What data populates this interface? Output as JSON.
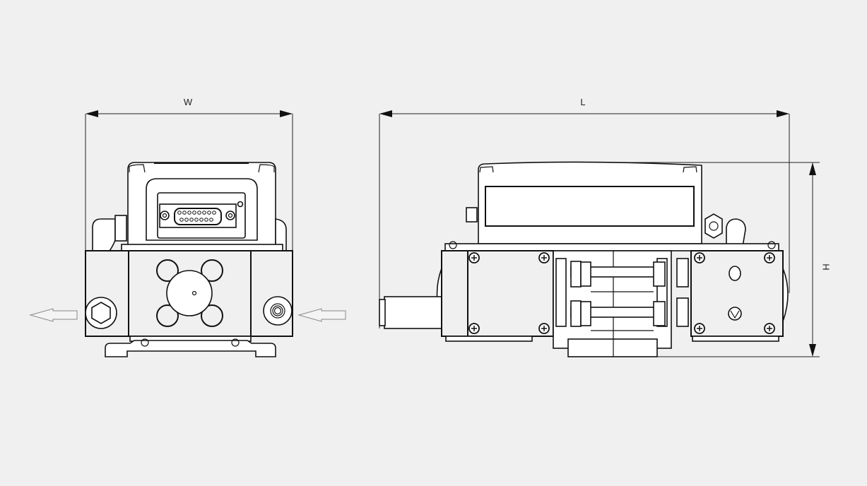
{
  "drawing": {
    "dimensions": {
      "width_label": "W",
      "length_label": "L",
      "height_label": "H"
    },
    "views": [
      "front-view",
      "side-view"
    ],
    "flow_direction": "right-to-left"
  }
}
